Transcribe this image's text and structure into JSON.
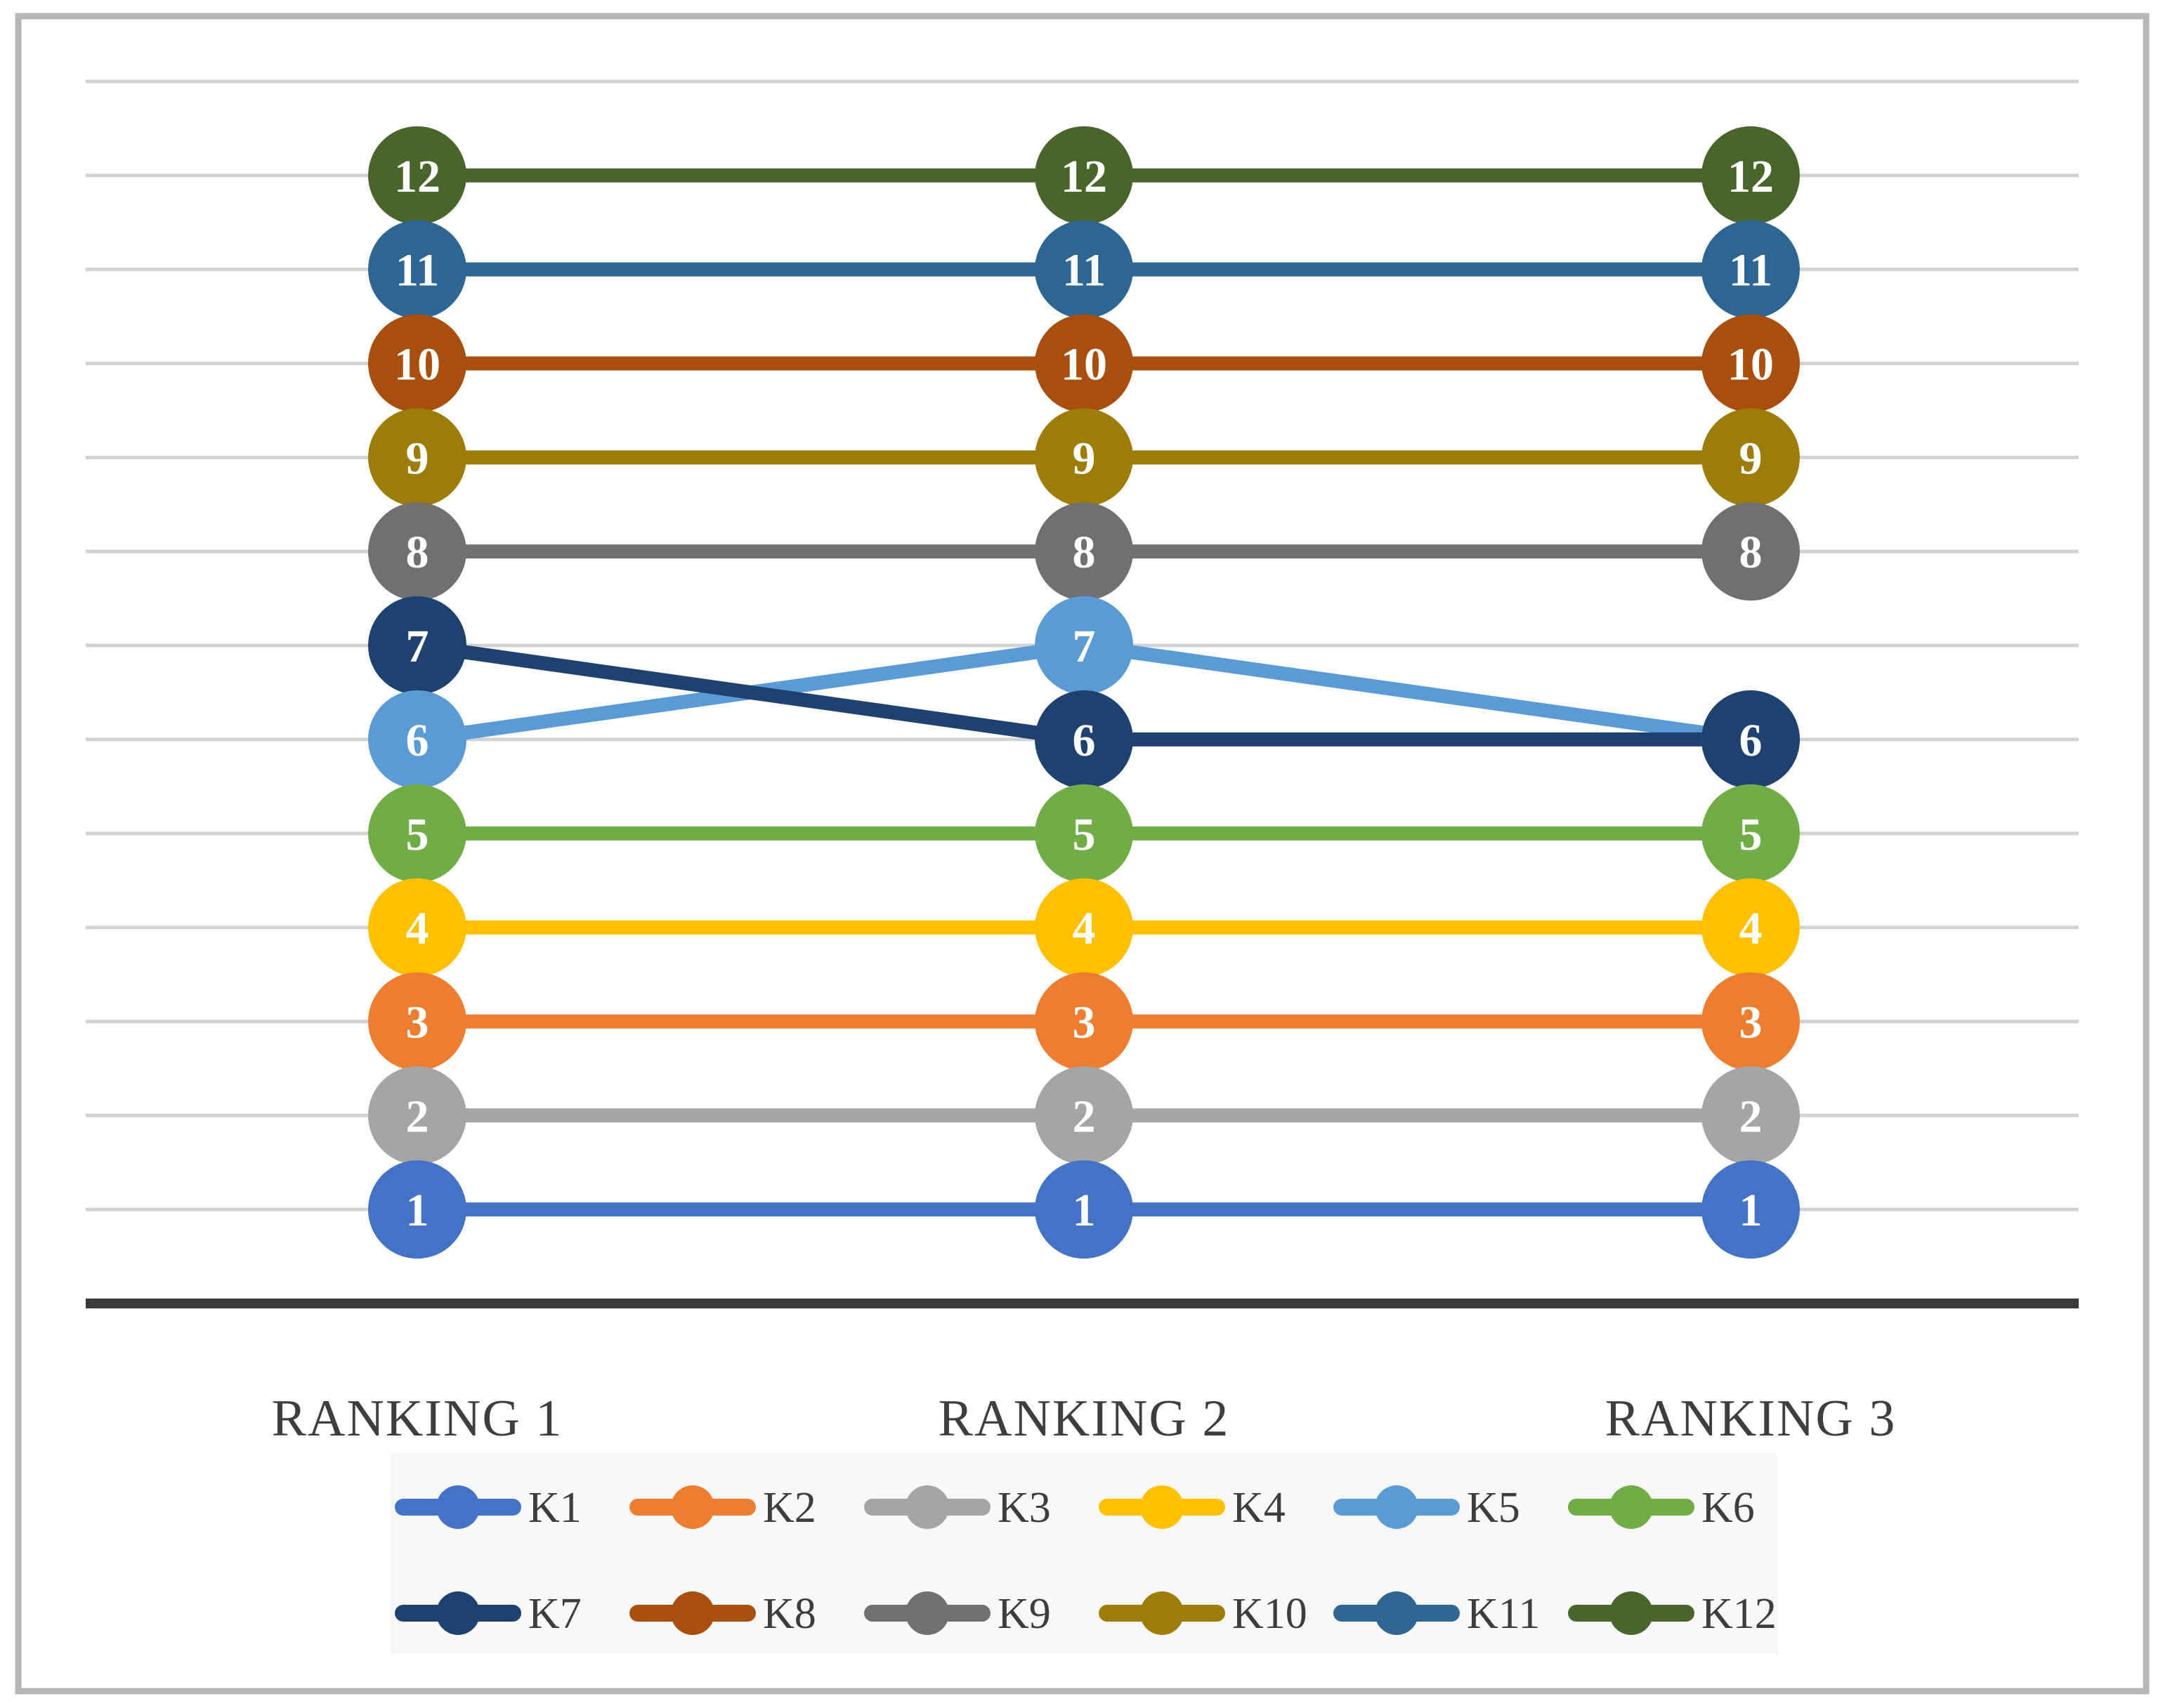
{
  "colors": {
    "frame_border": "#b7b7b7",
    "plot_background": "#ffffff",
    "gridline": "#d2d2d2",
    "axis_line": "#3a3a3a",
    "axis_text": "#3e3e3e",
    "legend_background": "#f8f8f8",
    "legend_text": "#3d3d3d",
    "marker_label_text": "#ffffff"
  },
  "chart_data": {
    "type": "line",
    "subtype": "bump-ranking-chart",
    "title": "",
    "xlabel": "",
    "ylabel": "",
    "categories": [
      "RANKING 1",
      "RANKING 2",
      "RANKING 3"
    ],
    "series": [
      {
        "name": "K1",
        "color": "#4472c4",
        "values": [
          1,
          1,
          1
        ]
      },
      {
        "name": "K2",
        "color": "#ed7d31",
        "values": [
          3,
          3,
          3
        ]
      },
      {
        "name": "K3",
        "color": "#a5a5a5",
        "values": [
          2,
          2,
          2
        ]
      },
      {
        "name": "K4",
        "color": "#ffc000",
        "values": [
          4,
          4,
          4
        ]
      },
      {
        "name": "K5",
        "color": "#5b9bd5",
        "values": [
          6,
          7,
          6
        ]
      },
      {
        "name": "K6",
        "color": "#70ad47",
        "values": [
          5,
          5,
          5
        ]
      },
      {
        "name": "K7",
        "color": "#1f4170",
        "values": [
          7,
          6,
          6
        ]
      },
      {
        "name": "K8",
        "color": "#a84f0e",
        "values": [
          10,
          10,
          10
        ]
      },
      {
        "name": "K9",
        "color": "#707070",
        "values": [
          8,
          8,
          8
        ]
      },
      {
        "name": "K10",
        "color": "#9e7c08",
        "values": [
          9,
          9,
          9
        ]
      },
      {
        "name": "K11",
        "color": "#2d6593",
        "values": [
          11,
          11,
          11
        ]
      },
      {
        "name": "K12",
        "color": "#4a652c",
        "values": [
          12,
          12,
          12
        ]
      }
    ],
    "ylim": [
      0,
      13
    ],
    "grid": true,
    "gridline_levels": [
      1,
      2,
      3,
      4,
      5,
      6,
      7,
      8,
      9,
      10,
      11,
      12,
      13
    ],
    "data_labels": "rank value shown inside each marker",
    "legend_position": "bottom",
    "legend_rows": [
      [
        "K1",
        "K2",
        "K3",
        "K4",
        "K5",
        "K6"
      ],
      [
        "K7",
        "K8",
        "K9",
        "K10",
        "K11",
        "K12"
      ]
    ]
  }
}
